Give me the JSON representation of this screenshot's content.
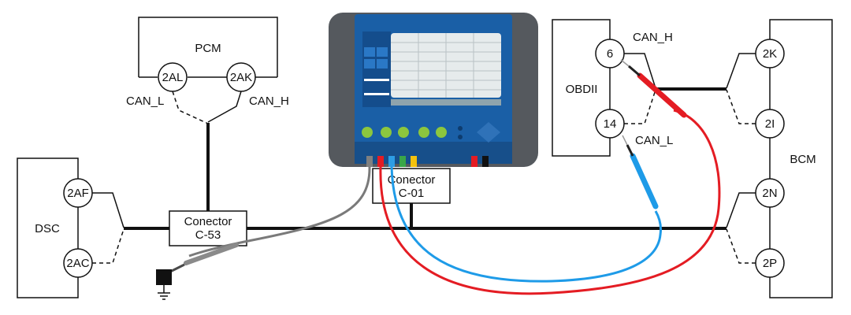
{
  "modules": {
    "pcm": {
      "name": "PCM",
      "pin_left": "2AL",
      "pin_right": "2AK"
    },
    "dsc": {
      "name": "DSC",
      "pin_top": "2AF",
      "pin_bottom": "2AC"
    },
    "obdii": {
      "name": "OBDII",
      "pin_top": "6",
      "pin_bottom": "14"
    },
    "bcm": {
      "name": "BCM",
      "pins": [
        "2K",
        "2I",
        "2N",
        "2P"
      ]
    }
  },
  "signals": {
    "pcm_can_l": "CAN_L",
    "pcm_can_h": "CAN_H",
    "obd_can_h": "CAN_H",
    "obd_can_l": "CAN_L"
  },
  "connectors": {
    "c53": {
      "line1": "Conector",
      "line2": "C-53"
    },
    "c01": {
      "line1": "Conector",
      "line2": "C-01"
    }
  },
  "device": {
    "body_color": "#1a5fa6",
    "grip_color": "#55595e",
    "screen_color": "#e6ebec",
    "button_color": "#8cc63e",
    "probe_colors": [
      "#808080",
      "#e41c23",
      "#2e9de4",
      "#3aa648",
      "#f4c20d"
    ]
  },
  "lead_colors": {
    "ground": "#7a7a7a",
    "can_h": "#e41c23",
    "can_l": "#1e9be8"
  }
}
